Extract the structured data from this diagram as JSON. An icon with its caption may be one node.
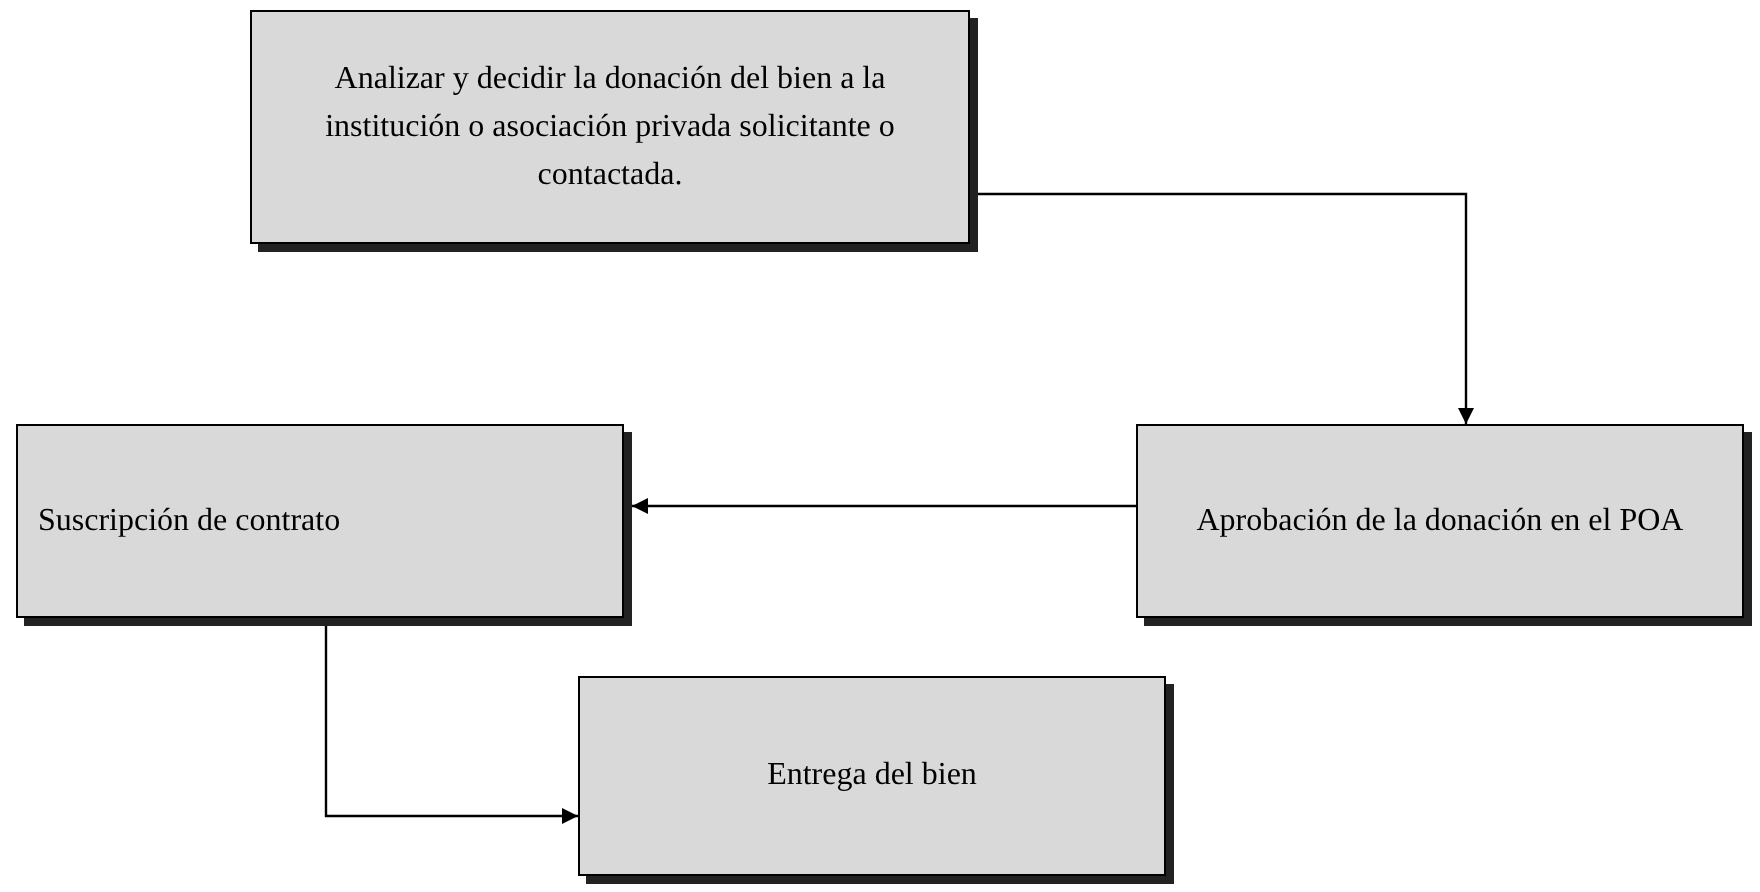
{
  "diagram": {
    "nodes": [
      {
        "text": [
          "Analizar y decidir la donación del bien a la institución o asociación privada solicitante o contactada."
        ]
      },
      {
        "text": [
          "Aprobación de la donación en el POA"
        ]
      },
      {
        "text": [
          "Suscripción de contrato"
        ]
      },
      {
        "text": [
          "Entrega del bien"
        ]
      }
    ],
    "edges": [
      {
        "from": 0,
        "to": 1,
        "arrow": "to"
      },
      {
        "from": 1,
        "to": 2,
        "arrow": "to"
      },
      {
        "from": 2,
        "to": 3,
        "arrow": "to"
      }
    ]
  }
}
